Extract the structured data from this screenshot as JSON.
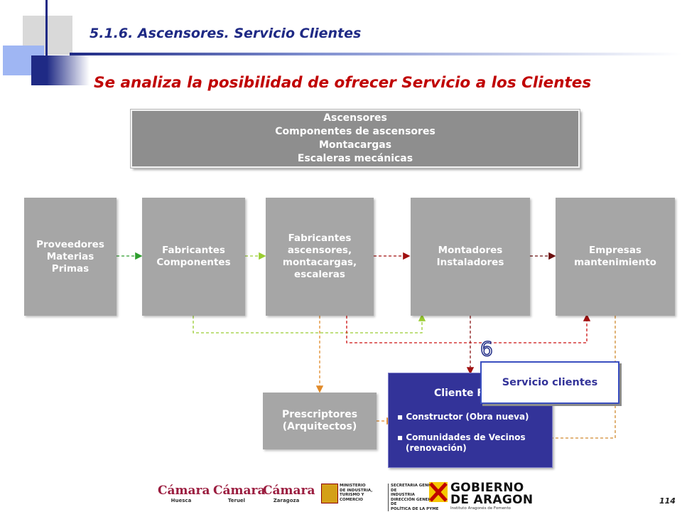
{
  "header": {
    "section_title": "5.1.6. Ascensores. Servicio Clientes",
    "main_title": "Se analiza la posibilidad de ofrecer Servicio a los Clientes"
  },
  "scope_box": {
    "lines": [
      "Ascensores",
      "Componentes de ascensores",
      "Montacargas",
      "Escaleras mecánicas"
    ]
  },
  "chain": [
    {
      "lines": [
        "Proveedores",
        "Materias",
        "Primas"
      ]
    },
    {
      "lines": [
        "Fabricantes",
        "Componentes"
      ]
    },
    {
      "lines": [
        "Fabricantes",
        "ascensores,",
        "montacargas,",
        "escaleras"
      ]
    },
    {
      "lines": [
        "Montadores",
        "Instaladores"
      ]
    },
    {
      "lines": [
        "Empresas",
        "mantenimiento"
      ]
    }
  ],
  "prescriptores": {
    "lines": [
      "Prescriptores",
      "(Arquitectos)"
    ]
  },
  "cliente": {
    "title": "Cliente F",
    "items": [
      "Constructor (Obra nueva)",
      "Comunidades de Vecinos (renovación)"
    ]
  },
  "callout": {
    "number": "6",
    "label": "Servicio clientes"
  },
  "colors": {
    "navy": "#1f2a85",
    "title_red": "#c00000",
    "box_gray": "#a6a6a6",
    "cliente_blue": "#333399",
    "arrow_green": "#2e9e2e",
    "arrow_lime": "#9acd32",
    "arrow_darkred": "#8b1a1a",
    "arrow_orange": "#e08a2a"
  },
  "footer": {
    "logos": [
      {
        "name": "Cámara",
        "sub": "Huesca"
      },
      {
        "name": "Cámara",
        "sub": "Teruel"
      },
      {
        "name": "Cámara",
        "sub": "Zaragoza"
      }
    ],
    "ministerio": [
      "MINISTERIO",
      "DE INDUSTRIA,",
      "TURISMO Y",
      "COMERCIO"
    ],
    "secretaria": [
      "SECRETARIA GENERAL DE",
      "INDUSTRIA",
      "DIRECCIÓN GENERAL DE",
      "POLÍTICA DE LA PYME"
    ],
    "gobierno": [
      "GOBIERNO",
      "DE ARAGON"
    ],
    "gobierno_sub": "Instituto Aragonés de Fomento",
    "page_number": "114"
  }
}
